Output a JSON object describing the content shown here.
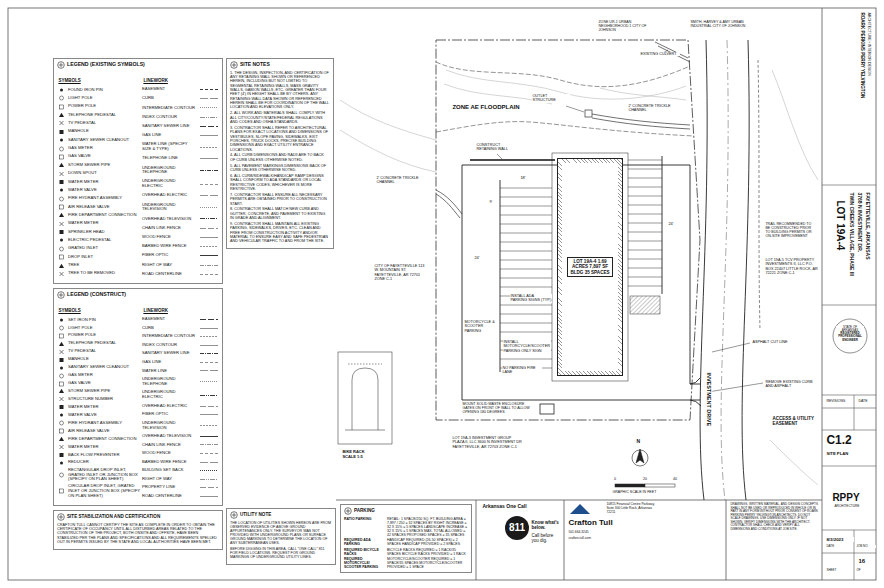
{
  "diagram": {
    "nodes": [
      {
        "text": [
          "LEGEND (EXISTING SYMBOLS)"
        ]
      },
      {
        "text": [
          "SITE NOTES",
          "1. THE DESIGN, INSPECTION, AND CERTIFICATION OF ANY RETAINING WALL SHOWN OR REFERENCED HEREIN, INCLUDING BUT NOT LIMITED TO SEGMENTAL RETAINING WALLS, MASS GRAVITY WALLS, GABION WALLS, ETC. GREATER THAN FOUR FEET (4') IN HEIGHT SHALL BE BY OTHERS. ANY RETAINING WALL DATA SHOWN OR REFERENCED HEREIN SHALL BE FOR COORDINATION OF THE WALL LOCATION AND ELEVATIONS ONLY.",
          "2. ALL WORK AND MATERIALS SHALL COMPLY WITH ALL CITY/COUNTY/STATE/FEDERAL REGULATIONS AND CODES AND OSHA STANDARDS.",
          "3. CONTRACTOR SHALL REFER TO ARCHITECTURAL PLANS FOR EXACT LOCATIONS AND DIMENSIONS OF VESTIBULES, SLOPE PAVING, SIDEWALKS, EXIT PORCHES, TRUCK DOCKS, PRECISE BUILDING DIMENSIONS AND EXACT UTILITY ENTRANCE LOCATIONS.",
          "4. ALL CURB DIMENSIONS AND RADII ARE TO BACK OF CURB UNLESS OTHERWISE NOTED.",
          "5. ALL PAVEMENT MARKINGS DIMENSIONS BACK OF CURB UNLESS OTHERWISE NOTED.",
          "6. ALL CURB/SIDEWALK/HANDICAP RAMP DESIGNS SHALL CONFORM TO ADA STANDARDS OR LOCAL RESTRICTIVE CODES, WHICHEVER IS MORE RESTRICTIVE.",
          "7. CONTRACTOR SHALL ENSURE ALL NECESSARY PERMITS ARE OBTAINED PRIOR TO CONSTRUCTION START.",
          "8. CONTRACTOR SHALL MATCH NEW CURB AND GUTTER, CONCRETE, AND PAVEMENT TO EXISTING IN GRADE AND ALIGNMENT.",
          "9. CONTRACTOR SHALL MAINTAIN ALL EXISTING PARKING, SIDEWALKS, DRIVES, ETC. CLEAN AND FREE FROM CONSTRUCTION ACTIVITY AND/OR MATERIAL TO ENSURE EASY AND SAFE PEDESTRIAN AND VEHICULAR TRAFFIC TO AND FROM THE SITE."
        ]
      },
      {
        "text": [
          "LEGEND (CONSTRUCT)"
        ]
      },
      {
        "text": [
          "SITE STABILIZATION AND CERTIFICATION",
          "CRAFTON TULL CANNOT CERTIFY THE SITE AS COMPLETE IN ORDER TO OBTAIN THE CERTIFICATE OF OCCUPANCY UNTIL ALL DISTURBED AREAS RELATED TO THE CONSTRUCTION OF THE PROJECT, BOTH ONSITE AND OFFSITE, HAVE BEEN STABILIZED PER THE PLANS AND SPECIFICATIONS AND ALL REQUIREMENTS SPELLED OUT IN PERMITS ISSUED BY THE STATE AND LOCAL AUTHORITIES HAVE BEEN MET."
        ]
      },
      {
        "text": [
          "UTILITY NOTE",
          "THE LOCATION OF UTILITIES SHOWN HEREON ARE FROM OBSERVED EVIDENCE OF ABOVE GROUND APPURTENANCES ONLY. THE SURVEYOR WAS NOT PROVIDED WITH UNDERGROUND PLANS OR SURFACE GROUND MARKINGS TO DETERMINE THE LOCATION OF ANY SUBTERRANEAN USES.",
          "BEFORE DIGGING IN THIS AREA, CALL \"ONE CALL\" 811 FOR FIELD LOCATIONS. REQUEST FOR GROUND MARKINGS OF UNDERGROUND UTILITY LINES."
        ]
      },
      {
        "text": [
          "PARKING",
          "RATIO PARKING",
          "RETAIL: 1 SPACE/250 SQ. FT. BUILDING AREA = 7,897 / 250 = 32 SPACES BY RIGHT INCREASE = 32 X 15% = 5 SPACES LANDSCAPE INCREASE = 32 X 15% = 5 SPACES MAX. TOTAL ALLOWED = 42 SPACES PROPOSED SPACES = 35 SPACES",
          "REQUIRED ADA PARKING",
          "HANDICAP REQUIRED (26-50 SPACES) = 2 SPACES HANDICAP PROVIDED = 2 SPACES",
          "REQUIRED BICYCLE RACKS",
          "BICYCLE RACKS REQUIRED = 1 RACK/35 SPACES BICYCLE RACKS PROVIDED = 1 RACK",
          "REQUIRED MOTORCYCLE/ SCOOTER PARKING",
          "MOTORCYCLE/SCOOTER REQUIRED = 1 SPACE/35 SPACES MOTORCYCLE/SCOOTER PROVIDED = 1 SPACE"
        ]
      },
      {
        "text": [
          "LOT 19A-4 1.69 ACRES 7,897 SF BLDG 35 SPACES"
        ]
      }
    ],
    "labels": [
      "SYMBOLS",
      "LINEWORK",
      "SYMBOLS",
      "LINEWORK",
      "ZONE AE FLOODPLAIN",
      "OUTLET STRUCTURE",
      "CONSTRUCT RETAINING WALL",
      "2' CONCRETE TRICKLE CHANNEL",
      "2' CONCRETE TRICKLE CHANNEL",
      "EXISTING CULVERT",
      "ZONE UR-1 URBAN NEIGHBORHOOD 1 CITY OF JOHNSON",
      "SMITH, HARVEY & AMY URBAN INDUSTRIAL CITY OF JOHNSON",
      "CITY OF FAYETTEVILLE 113 W. MOUNTAIN ST. FAYETTEVILLE, AR 72701 ZONE C-1",
      "LOT 19A-5 TCV PROPERTY INVESTMENTS II, LLC P.O. BOX 22407 LITTLE ROCK, AR 72221 ZONE C-1",
      "LOT 19A-3 INVESTMENT GROUP PLAZA II, LLC 3600 N INVESTMENT DR FAYETTEVILLE, AR 72703 ZONE C-1",
      "INSTALL ADA PARKING SIGNS (TYP.)",
      "MOTORCYCLE & SCOOTER PARKING",
      "INSTALL MOTORCYCLE/SCOOTER PARKING ONLY SIGN",
      "NO PARKING FIRE LANE",
      "MOUNT SOLID WASTE ENCLOSURE GATES ON FRONT OF WALL TO ALLOW OPENING 180 DEGREES",
      "TRAIL RECOMMENDED TO BE CONSTRUCTED PRIOR TO BUILDING PERMITS OR ON-SITE IMPROVEMENT",
      "ASPHALT CUT LINE",
      "REMOVE EXISTING CURB AND ASPHALT",
      "ACCESS & UTILITY EASEMENT",
      "INVESTMENT DRIVE",
      "BIKE RACK SCALE 1:5",
      "GRAPHIC SCALE IN FEET",
      "0",
      "20",
      "40",
      "24'",
      "24'",
      "18'",
      "9'",
      "N",
      "Arkansas One Call",
      "811",
      "Know what's below.",
      "Call before you dig.",
      "Crafton Tull",
      "10815 Financial Centre Parkway, Suite 300 Little Rock, Arkansas 72211",
      "501.664.3245",
      "crafton-tull.com",
      "DRAWINGS, WRITTEN MATERIAL, AND DESIGN CONCEPTS SHALL NOT BE USED OR REPRODUCED IN WHOLE OR IN PART IN ANY FORM WITHOUT PRIOR CONSENT OF ROARK PERKINS PERRY YELVINGTON ARCHITECTS. DO NOT SCALE DRAWINGS. USE DIMENSIONS ONLY. IF NOT SHOWN, VERIFY DIMENSIONS WITH THE ARCHITECT. CONTRACTOR SHALL CHECK AND VERIFY ALL DIMENSIONS AND CONDITIONS AT JOB SITE.",
      "ROARK PERKINS PERRY YELVINGTON",
      "ARCHITECTURE • INTERIOR DESIGN",
      "LOT 19A-4",
      "TWIN CREEKS VILLAGE, PHASE III",
      "3768 N INVESTMENT DR.",
      "FAYETTEVILLE, ARKANSAS",
      "STATE OF ARKANSAS",
      "REGISTERED PROFESSIONAL ENGINEER",
      "REVISIONS",
      "DATE",
      "C1.2",
      "SITE PLAN",
      "RPPY",
      "ARCHITECTURE",
      "8/3/2023",
      "DATE",
      "JOB NO.",
      "16",
      "SHEET",
      "OF"
    ],
    "legend": [
      {
        "text": "FOUND IRON PIN"
      },
      {
        "text": "LIGHT POLE"
      },
      {
        "text": "POWER POLE"
      },
      {
        "text": "TELEPHONE PEDESTAL"
      },
      {
        "text": "TV PEDESTAL"
      },
      {
        "text": "MANHOLE"
      },
      {
        "text": "SANITARY SEWER CLEANOUT"
      },
      {
        "text": "GAS METER"
      },
      {
        "text": "GAS VALVE"
      },
      {
        "text": "STORM SEWER PIPE"
      },
      {
        "text": "DOWN SPOUT"
      },
      {
        "text": "WATER METER"
      },
      {
        "text": "WATER VALVE"
      },
      {
        "text": "FIRE HYDRANT ASSEMBLY"
      },
      {
        "text": "AIR RELEASE VALVE"
      },
      {
        "text": "FIRE DEPARTMENT CONNECTION"
      },
      {
        "text": "WATER METER"
      },
      {
        "text": "SPRINKLER HEAD"
      },
      {
        "text": "ELECTRIC PEDESTAL"
      },
      {
        "text": "GRATED INLET"
      },
      {
        "text": "DROP INLET"
      },
      {
        "text": "TREE"
      },
      {
        "text": "TREE TO BE REMOVED"
      },
      {
        "text": "EASEMENT"
      },
      {
        "text": "CURB"
      },
      {
        "text": "INTERMEDIATE CONTOUR"
      },
      {
        "text": "INDEX CONTOUR"
      },
      {
        "text": "SANITARY SEWER LINE"
      },
      {
        "text": "GAS LINE"
      },
      {
        "text": "WATER LINE (SPECIFY SIZE & TYPE)"
      },
      {
        "text": "TELEPHONE LINE"
      },
      {
        "text": "UNDERGROUND TELEPHONE"
      },
      {
        "text": "UNDERGROUND ELECTRIC"
      },
      {
        "text": "OVERHEAD ELECTRIC"
      },
      {
        "text": "UNDERGROUND TELEVISION"
      },
      {
        "text": "OVERHEAD TELEVISION"
      },
      {
        "text": "CHAIN LINK FENCE"
      },
      {
        "text": "WOOD FENCE"
      },
      {
        "text": "BARBED WIRE FENCE"
      },
      {
        "text": "FIBER OPTIC"
      },
      {
        "text": "RIGHT OF WAY"
      },
      {
        "text": "ROAD CENTERLINE"
      },
      {
        "text": "SET IRON PIN"
      },
      {
        "text": "LIGHT POLE"
      },
      {
        "text": "POWER POLE"
      },
      {
        "text": "TELEPHONE PEDESTAL"
      },
      {
        "text": "TV PEDESTAL"
      },
      {
        "text": "MANHOLE"
      },
      {
        "text": "SANITARY SEWER CLEANOUT"
      },
      {
        "text": "GAS METER"
      },
      {
        "text": "GAS VALVE"
      },
      {
        "text": "STORM SEWER PIPE"
      },
      {
        "text": "STRUCTURE NUMBER"
      },
      {
        "text": "WATER METER"
      },
      {
        "text": "WATER VALVE"
      },
      {
        "text": "FIRE HYDRANT ASSEMBLY"
      },
      {
        "text": "AIR RELEASE VALVE"
      },
      {
        "text": "FIRE DEPARTMENT CONNECTION"
      },
      {
        "text": "WATER METER"
      },
      {
        "text": "BACK FLOW PREVENTER"
      },
      {
        "text": "REDUCER"
      },
      {
        "text": "RECTANGULAR DROP INLET, GRATED INLET OR JUNCTION BOX (SPECIFY ON PLAN SHEET)"
      },
      {
        "text": "CIRCULAR DROP INLET, GRATED INLET OR JUNCTION BOX (SPECIFY ON PLAN SHEET)"
      },
      {
        "text": "EASEMENT"
      },
      {
        "text": "CURB"
      },
      {
        "text": "INTERMEDIATE CONTOUR"
      },
      {
        "text": "INDEX CONTOUR"
      },
      {
        "text": "SANITARY SEWER LINE"
      },
      {
        "text": "GAS LINE"
      },
      {
        "text": "WATER LINE"
      },
      {
        "text": "UNDERGROUND TELEPHONE"
      },
      {
        "text": "UNDERGROUND ELECTRIC"
      },
      {
        "text": "OVERHEAD ELECTRIC"
      },
      {
        "text": "FIBER OPTIC"
      },
      {
        "text": "UNDERGROUND TELEVISION"
      },
      {
        "text": "OVERHEAD TELEVISION"
      },
      {
        "text": "CHAIN LINK FENCE"
      },
      {
        "text": "WOOD FENCE"
      },
      {
        "text": "BARBED WIRE FENCE"
      },
      {
        "text": "BUILDING SET BACK"
      },
      {
        "text": "RIGHT OF WAY"
      },
      {
        "text": "PROPERTY LINE"
      },
      {
        "text": "ROAD CENTERLINE"
      }
    ]
  }
}
